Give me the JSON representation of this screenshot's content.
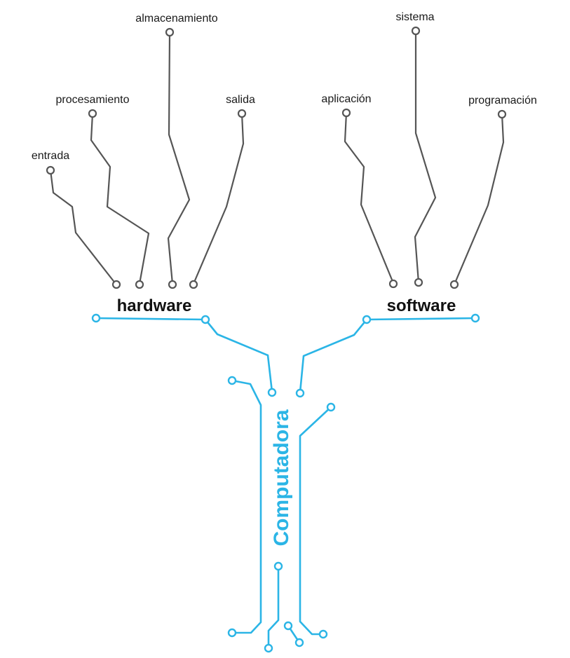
{
  "hardware": {
    "label": "hardware",
    "branches": [
      "entrada",
      "procesamiento",
      "almacenamiento",
      "salida"
    ]
  },
  "software": {
    "label": "software",
    "branches": [
      "aplicación",
      "sistema",
      "programación"
    ]
  },
  "root": {
    "label": "Computadora"
  },
  "colors": {
    "circuit_blue": "#2bb5e6",
    "branch_gray": "#555555"
  }
}
